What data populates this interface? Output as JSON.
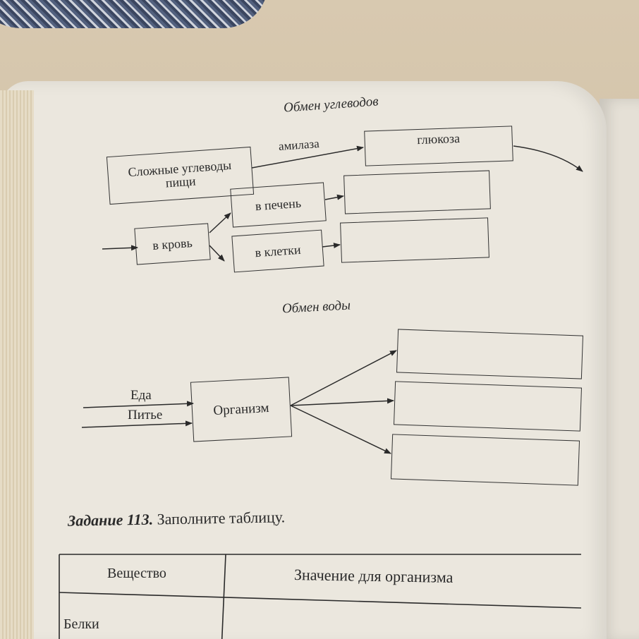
{
  "carb": {
    "title": "Обмен углеводов",
    "complex": "Сложные углеводы\nпищи",
    "amylase": "амилаза",
    "glucose": "глюкоза",
    "blood": "в кровь",
    "liver": "в печень",
    "cells": "в клетки"
  },
  "water": {
    "title": "Обмен воды",
    "food": "Еда",
    "drink": "Питье",
    "organism": "Организм"
  },
  "task": {
    "label": "Задание 113.",
    "text": "Заполните таблицу."
  },
  "table": {
    "headers": [
      "Вещество",
      "Значение для организма"
    ],
    "rows": [
      [
        "Белки",
        ""
      ]
    ]
  }
}
